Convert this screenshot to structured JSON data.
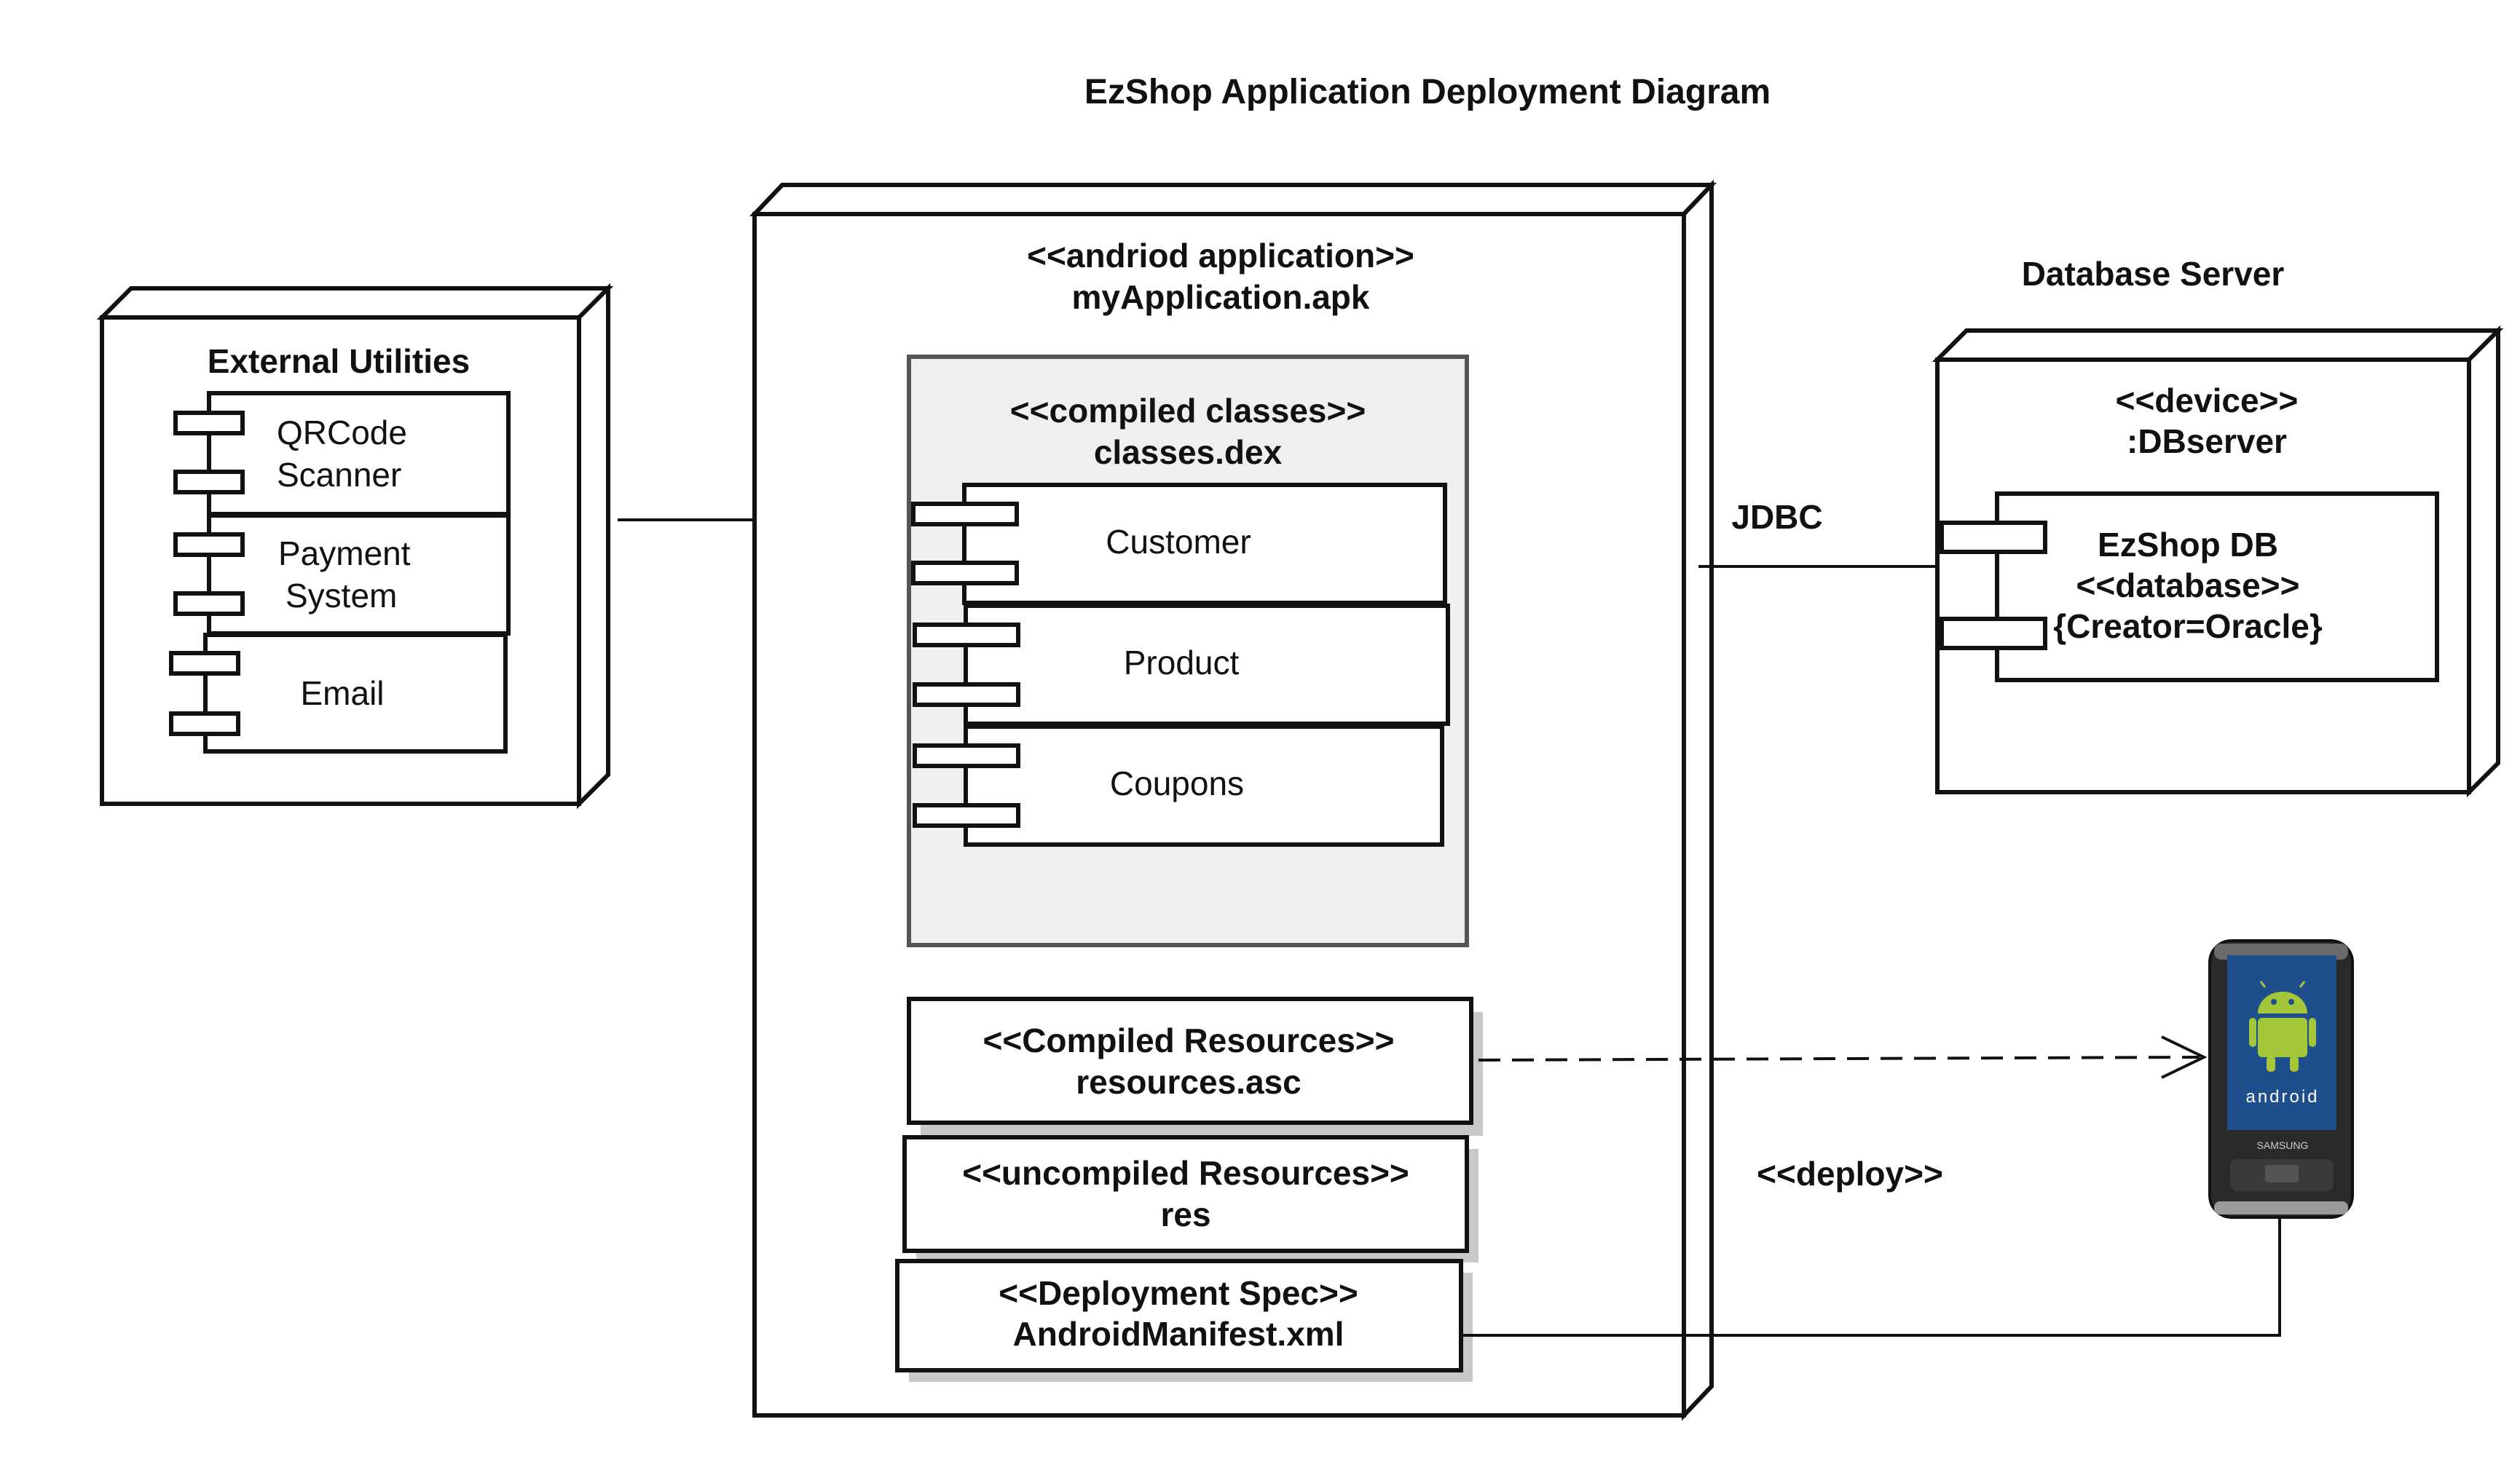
{
  "title": "EzShop Application Deployment Diagram",
  "external_utilities": {
    "title": "External Utilities",
    "components": [
      {
        "line1": "QRCode",
        "line2": "Scanner"
      },
      {
        "line1": "Payment",
        "line2": "System"
      },
      {
        "line1": "Email",
        "line2": ""
      }
    ]
  },
  "app_node": {
    "stereotype": "<<andriod application>>",
    "name": "myApplication.apk",
    "compiled_classes": {
      "stereotype": "<<compiled classes>>",
      "name": "classes.dex",
      "components": [
        "Customer",
        "Product",
        "Coupons"
      ]
    },
    "artifacts": [
      {
        "stereotype": "<<Compiled Resources>>",
        "name": "resources.asc"
      },
      {
        "stereotype": "<<uncompiled Resources>>",
        "name": "res"
      },
      {
        "stereotype": "<<Deployment Spec>>",
        "name": "AndroidManifest.xml"
      }
    ]
  },
  "db_server": {
    "label": "Database Server",
    "stereotype": "<<device>>",
    "name": ":DBserver",
    "component": {
      "line1": "EzShop DB",
      "line2": "<<database>>",
      "line3": "{Creator=Oracle}"
    }
  },
  "connectors": {
    "jdbc_label": "JDBC",
    "deploy_label": "<<deploy>>"
  },
  "device": {
    "icon": "android-phone-icon",
    "screen_text": "android",
    "brand": "SAMSUNG"
  },
  "colors": {
    "line": "#111111",
    "class_box_fill": "#efefef",
    "shadow": "#c8c8c8",
    "phone_screen": "#1e4f8c",
    "android_green": "#a4c639"
  }
}
